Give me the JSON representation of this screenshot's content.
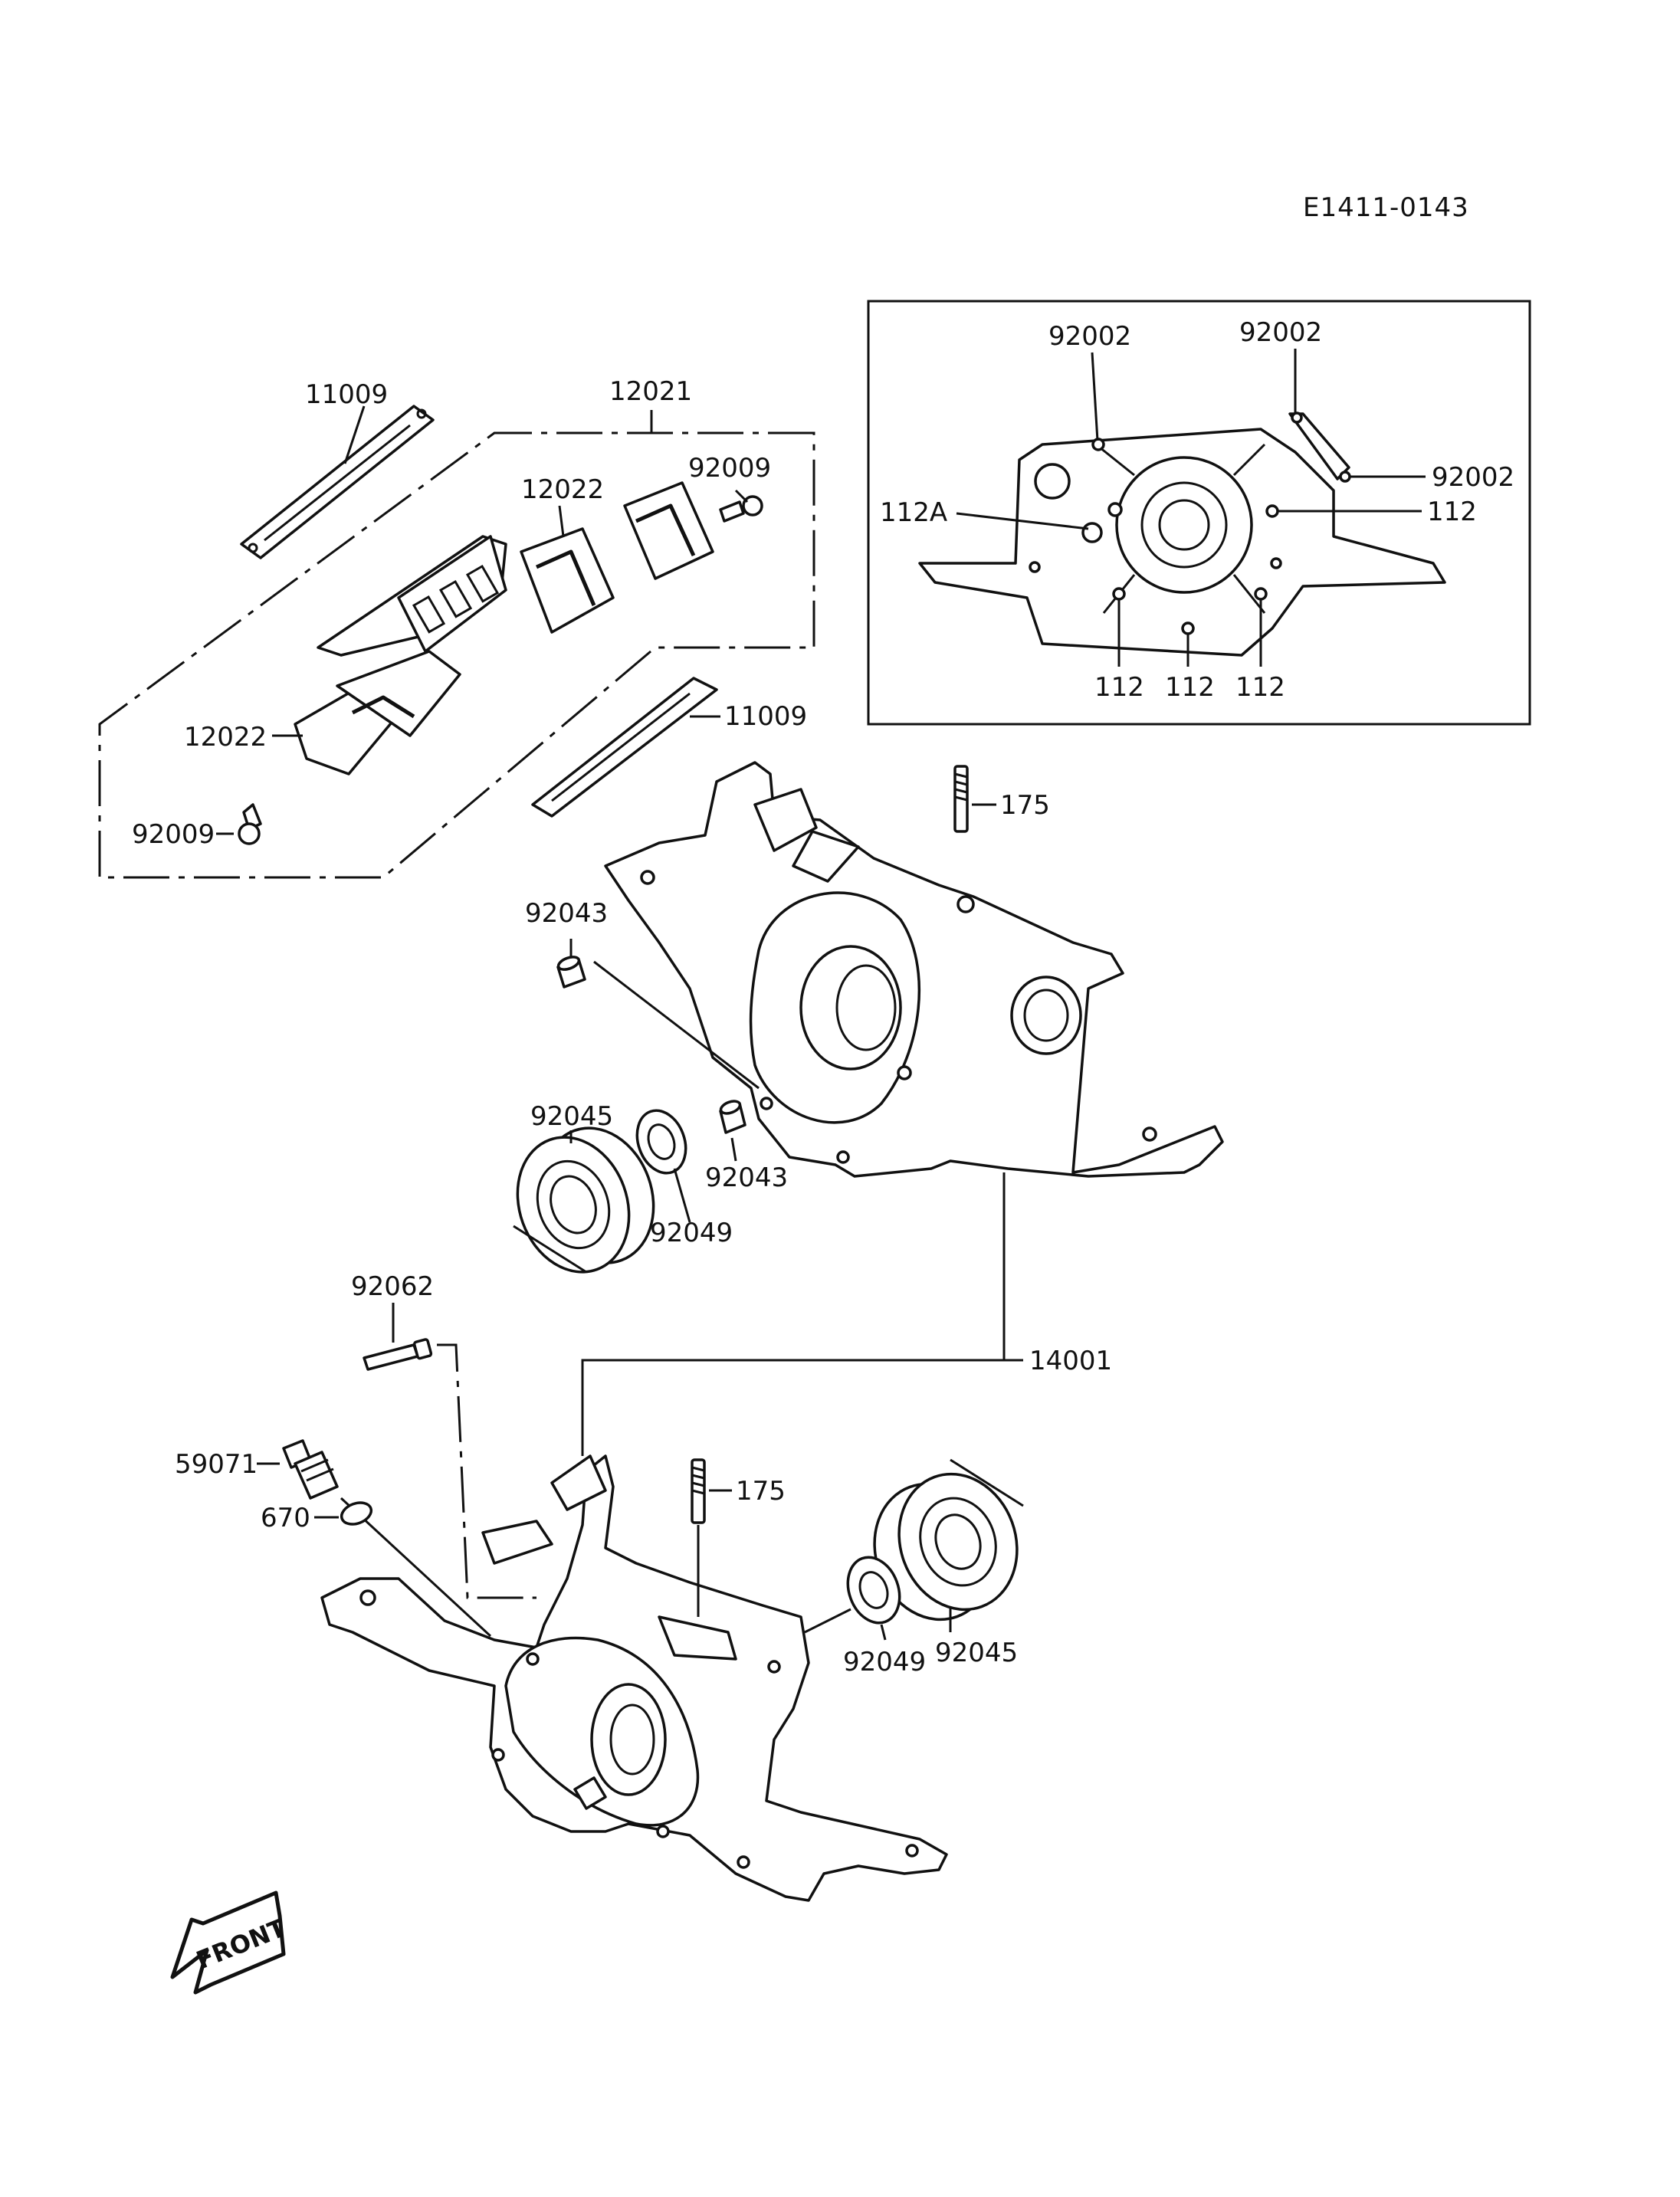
{
  "diagram_code": "E1411-0143",
  "front_label": "FRONT",
  "callouts": {
    "gasket_top": "11009",
    "reed_valve_assembly": "12021",
    "reed_valve_top": "12022",
    "screw_top": "92009",
    "reed_valve_left": "12022",
    "screw_left": "92009",
    "gasket_mid": "11009",
    "cover_bolt_a": "92002",
    "cover_bolt_b": "92002",
    "cover_bolt_c": "92002",
    "cover_112a": "112A",
    "cover_112_right": "112",
    "cover_112_b1": "112",
    "cover_112_b2": "112",
    "cover_112_b3": "112",
    "stud_upper": "175",
    "dowel_upper": "92043",
    "bearing_upper": "92045",
    "seal_upper": "92049",
    "dowel_lower": "92043",
    "bolt_92062": "92062",
    "crankcase": "14001",
    "plug_59071": "59071",
    "washer_670": "670",
    "stud_lower": "175",
    "seal_lower": "92049",
    "bearing_lower": "92045"
  }
}
